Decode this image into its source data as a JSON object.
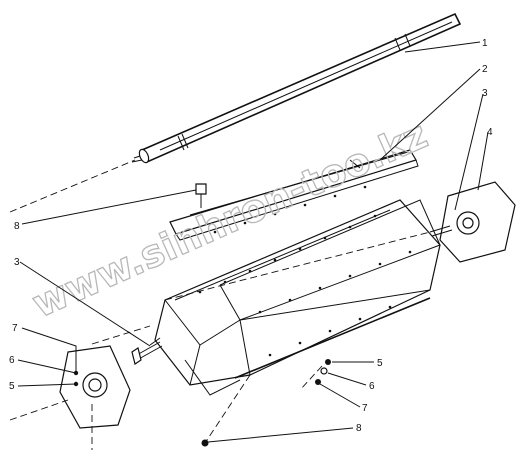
{
  "watermark": "www.sinhron-too.kz",
  "callouts": [
    {
      "id": "c1",
      "label": "1"
    },
    {
      "id": "c2",
      "label": "2"
    },
    {
      "id": "c3r",
      "label": "3"
    },
    {
      "id": "c4r",
      "label": "4"
    },
    {
      "id": "c8top",
      "label": "8"
    },
    {
      "id": "c3l",
      "label": "3"
    },
    {
      "id": "c7l",
      "label": "7"
    },
    {
      "id": "c6l",
      "label": "6"
    },
    {
      "id": "c5l",
      "label": "5"
    },
    {
      "id": "c5r",
      "label": "5"
    },
    {
      "id": "c6r",
      "label": "6"
    },
    {
      "id": "c7r",
      "label": "7"
    },
    {
      "id": "c8bot",
      "label": "8"
    }
  ]
}
